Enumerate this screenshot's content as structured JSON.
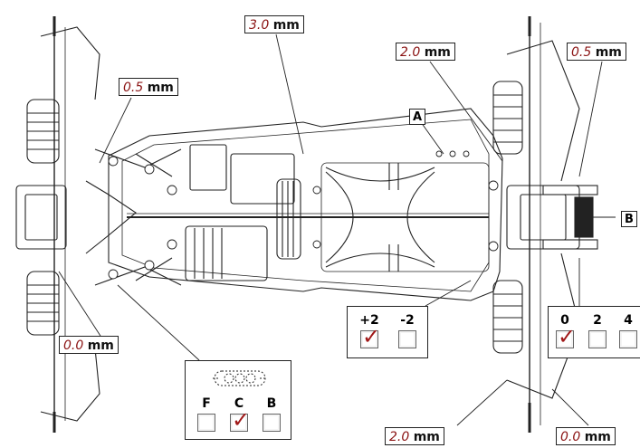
{
  "callouts": {
    "top_left": {
      "value": "0.5",
      "unit": "mm"
    },
    "top_center": {
      "value": "3.0",
      "unit": "mm"
    },
    "top_right_a": {
      "value": "2.0",
      "unit": "mm"
    },
    "top_right_b": {
      "value": "0.5",
      "unit": "mm"
    },
    "bottom_left": {
      "value": "0.0",
      "unit": "mm"
    },
    "bottom_right_a": {
      "value": "2.0",
      "unit": "mm"
    },
    "bottom_right_b": {
      "value": "0.0",
      "unit": "mm"
    }
  },
  "markers": {
    "a": "A",
    "b": "B"
  },
  "panels": {
    "toe": {
      "options": [
        {
          "label": "+2",
          "checked": true
        },
        {
          "label": "-2",
          "checked": false
        }
      ]
    },
    "position": {
      "options": [
        {
          "label": "F",
          "checked": false
        },
        {
          "label": "C",
          "checked": true
        },
        {
          "label": "B",
          "checked": false
        }
      ]
    },
    "spacer": {
      "options": [
        {
          "label": "0",
          "checked": true
        },
        {
          "label": "2",
          "checked": false
        },
        {
          "label": "4",
          "checked": false
        }
      ]
    }
  },
  "colors": {
    "value_text": "#8b1414",
    "check_mark": "#a01818",
    "line": "#222222"
  },
  "icons": {
    "check": "check-mark-icon"
  }
}
